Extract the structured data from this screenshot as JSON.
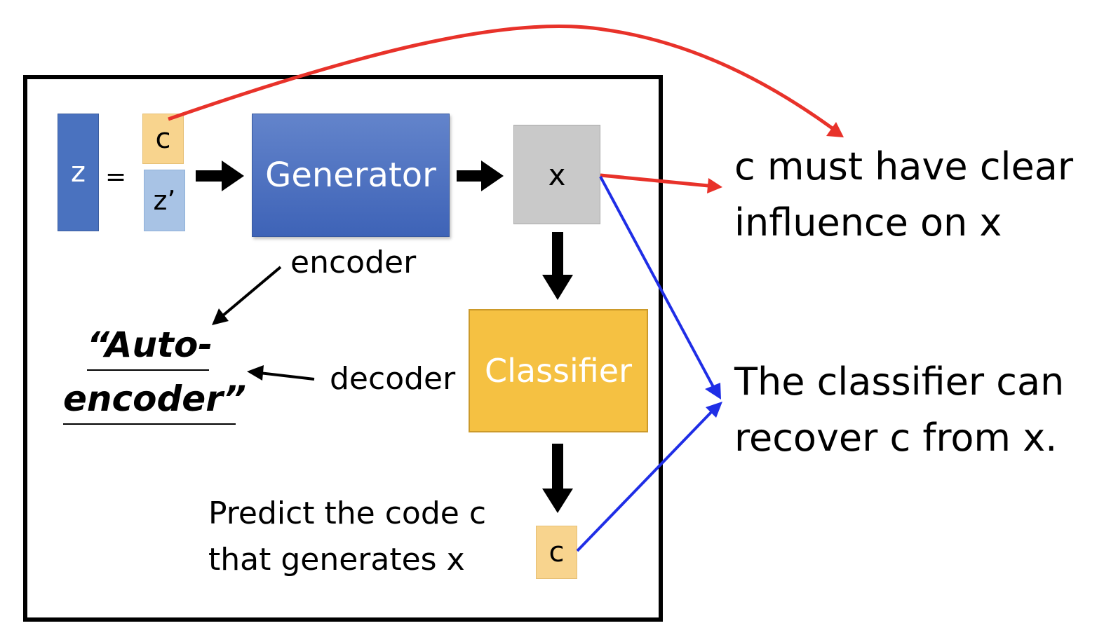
{
  "labels": {
    "z": "z",
    "equals": "=",
    "c_top": "c",
    "z_prime": "z’",
    "generator": "Generator",
    "x": "x",
    "classifier": "Classifier",
    "c_bottom": "c",
    "encoder": "encoder",
    "decoder": "decoder",
    "auto_line1": "“Auto-",
    "auto_line2": "encoder”",
    "predict_line1": "Predict the code c",
    "predict_line2": "that generates x",
    "right_top_line1": "c must have clear",
    "right_top_line2": "influence on x",
    "right_bottom_line1": "The classifier can",
    "right_bottom_line2": "recover c from x."
  },
  "colors": {
    "generator": "#4a6fc0",
    "classifier": "#f5c142",
    "code_c": "#f8d48e",
    "z_prime": "#a8c3e5",
    "z": "#4a72bf",
    "x": "#c9c9c9",
    "red_arrow": "#e8322a",
    "blue_arrow": "#1f2ee6"
  }
}
